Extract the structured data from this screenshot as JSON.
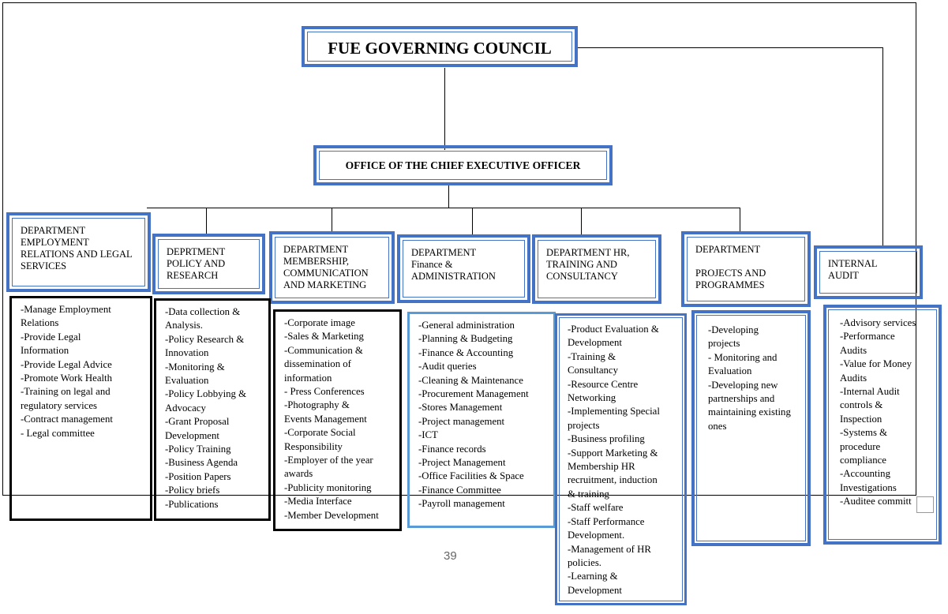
{
  "council": {
    "title": "FUE GOVERNING COUNCIL"
  },
  "ceo": {
    "title": "OFFICE OF THE CHIEF EXECUTIVE OFFICER"
  },
  "departments": [
    {
      "label": "DEPARTMENT\nEMPLOYMENT\nRELATIONS AND LEGAL\nSERVICES",
      "duties": "-Manage Employment\nRelations\n-Provide Legal\nInformation\n-Provide Legal Advice\n-Promote Work Health\n-Training on legal and\nregulatory services\n-Contract management\n- Legal committee"
    },
    {
      "label": "DEPRTMENT\nPOLICY AND\nRESEARCH",
      "duties": "-Data collection &\nAnalysis.\n-Policy Research &\nInnovation\n-Monitoring &\nEvaluation\n-Policy Lobbying &\nAdvocacy\n-Grant Proposal\nDevelopment\n-Policy Training\n-Business Agenda\n-Position Papers\n-Policy briefs\n-Publications"
    },
    {
      "label": "DEPARTMENT\nMEMBERSHIP,\nCOMMUNICATION\nAND MARKETING",
      "duties": "-Corporate image\n-Sales & Marketing\n-Communication &\ndissemination of\ninformation\n- Press Conferences\n-Photography &\nEvents Management\n-Corporate Social\nResponsibility\n-Employer of the year\nawards\n-Publicity monitoring\n-Media Interface\n-Member Development"
    },
    {
      "label": "DEPARTMENT\nFinance &\nADMINISTRATION",
      "duties": "-General administration\n-Planning & Budgeting\n-Finance & Accounting\n-Audit queries\n-Cleaning & Maintenance\n-Procurement Management\n-Stores Management\n-Project management\n-ICT\n-Finance records\n-Project Management\n-Office Facilities & Space\n-Finance Committee\n-Payroll management"
    },
    {
      "label": "DEPARTMENT HR,\nTRAINING AND\nCONSULTANCY",
      "duties": "-Product Evaluation &\nDevelopment\n-Training &\nConsultancy\n-Resource Centre\n Networking\n-Implementing Special\nprojects\n-Business profiling\n-Support Marketing &\nMembership HR\nrecruitment, induction\n& training\n-Staff welfare\n-Staff Performance\nDevelopment.\n-Management of HR\npolicies.\n-Learning &\nDevelopment"
    },
    {
      "label": "DEPARTMENT\n\nPROJECTS AND\nPROGRAMMES",
      "duties": "-Developing\nprojects\n- Monitoring and\nEvaluation\n-Developing new\npartnerships and\nmaintaining existing\nones"
    },
    {
      "label": "INTERNAL\nAUDIT",
      "duties": "-Advisory services\n-Performance\nAudits\n-Value for Money\nAudits\n -Internal Audit\ncontrols &\nInspection\n-Systems &\nprocedure\ncompliance\n-Accounting\nInvestigations\n-Auditee committ"
    }
  ],
  "page_number": "39"
}
